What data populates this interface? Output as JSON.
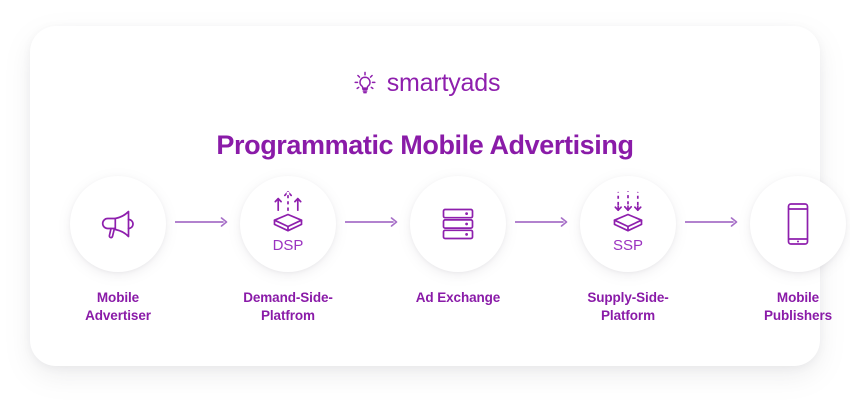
{
  "brand": {
    "logo_icon": "lightbulb-icon",
    "name": "smartyads",
    "accent_color": "#8E1FAD",
    "label_color": "#8A1BA8",
    "tag_color": "#9B33C0",
    "arrow_color": "#A770C8"
  },
  "header": {
    "title": "Programmatic Mobile Advertising"
  },
  "flow": {
    "nodes": [
      {
        "icon": "megaphone-icon",
        "tag": "",
        "label_line1": "Mobile",
        "label_line2": "Advertiser"
      },
      {
        "icon": "cube-arrows-up-icon",
        "tag": "DSP",
        "label_line1": "Demand-Side-",
        "label_line2": "Platfrom"
      },
      {
        "icon": "server-rack-icon",
        "tag": "",
        "label_line1": "Ad Exchange",
        "label_line2": ""
      },
      {
        "icon": "cube-arrows-down-icon",
        "tag": "SSP",
        "label_line1": "Supply-Side-",
        "label_line2": "Platform"
      },
      {
        "icon": "smartphone-icon",
        "tag": "",
        "label_line1": "Mobile",
        "label_line2": "Publishers"
      }
    ],
    "connector_icon": "arrow-right-icon",
    "connector_count": 4
  }
}
